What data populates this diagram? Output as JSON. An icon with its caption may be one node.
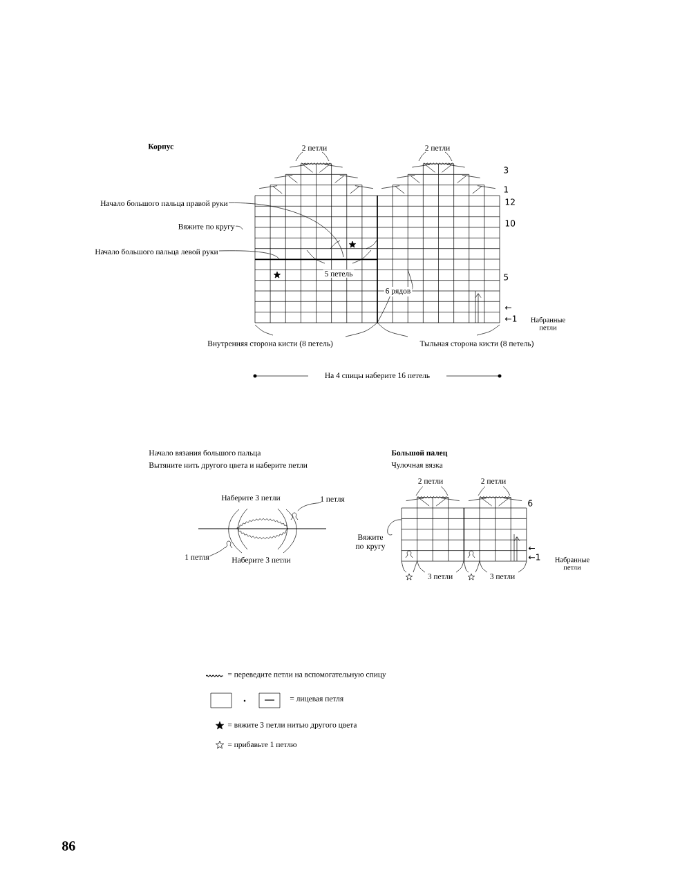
{
  "diagram": {
    "nodes": [
      {
        "text": [
          "Начало большого пальца правой руки"
        ]
      },
      {
        "text": [
          "Вяжите по кругу"
        ]
      },
      {
        "text": [
          "Начало большого пальца левой руки"
        ]
      },
      {
        "text": [
          "1 петля"
        ]
      },
      {
        "text": [
          "1 петля"
        ]
      },
      {
        "text": [
          "Вяжите по кругу"
        ]
      },
      {
        "text": [],
        "shape": "picture"
      },
      {
        "text": [],
        "shape": "picture"
      }
    ],
    "edges": [
      {
        "from": 0,
        "to": null,
        "arrow": "none"
      },
      {
        "from": 1,
        "to": null,
        "arrow": "none"
      },
      {
        "from": 2,
        "to": null,
        "arrow": "none"
      },
      {
        "from": 3,
        "to": 6,
        "arrow": "none"
      },
      {
        "from": 4,
        "to": 7,
        "arrow": "none"
      },
      {
        "from": 5,
        "to": null,
        "arrow": "none"
      }
    ],
    "labels": [
      "Корпус",
      "2 петли",
      "2 петли",
      "3",
      "1",
      "12",
      "10",
      "5 петель",
      "5",
      "6 рядов",
      "←",
      "←1",
      "Набранные петли",
      "Внутренняя сторона кисти (8 петель)",
      "Тыльная сторона кисти (8 петель)",
      "На 4 спицы наберите 16 петель",
      "Начало вязания большого пальца",
      "Вытяните нить другого цвета и наберите петли",
      "Большой палец",
      "Чулочная вязка",
      "Наберите 3 петли",
      "2 петли",
      "2 петли",
      "6",
      "Наберите 3 петли",
      "←",
      "←1",
      "Набранные петли",
      "3 петли",
      "3 петли",
      "86"
    ],
    "legend": [
      {
        "text": "= переведите петли на вспомогательную спицу"
      },
      {
        "text": "= лицевая петля"
      },
      {
        "text": "= вяжите 3 петли нитью другого цвета"
      },
      {
        "text": "= прибавьте 1 петлю"
      }
    ]
  }
}
